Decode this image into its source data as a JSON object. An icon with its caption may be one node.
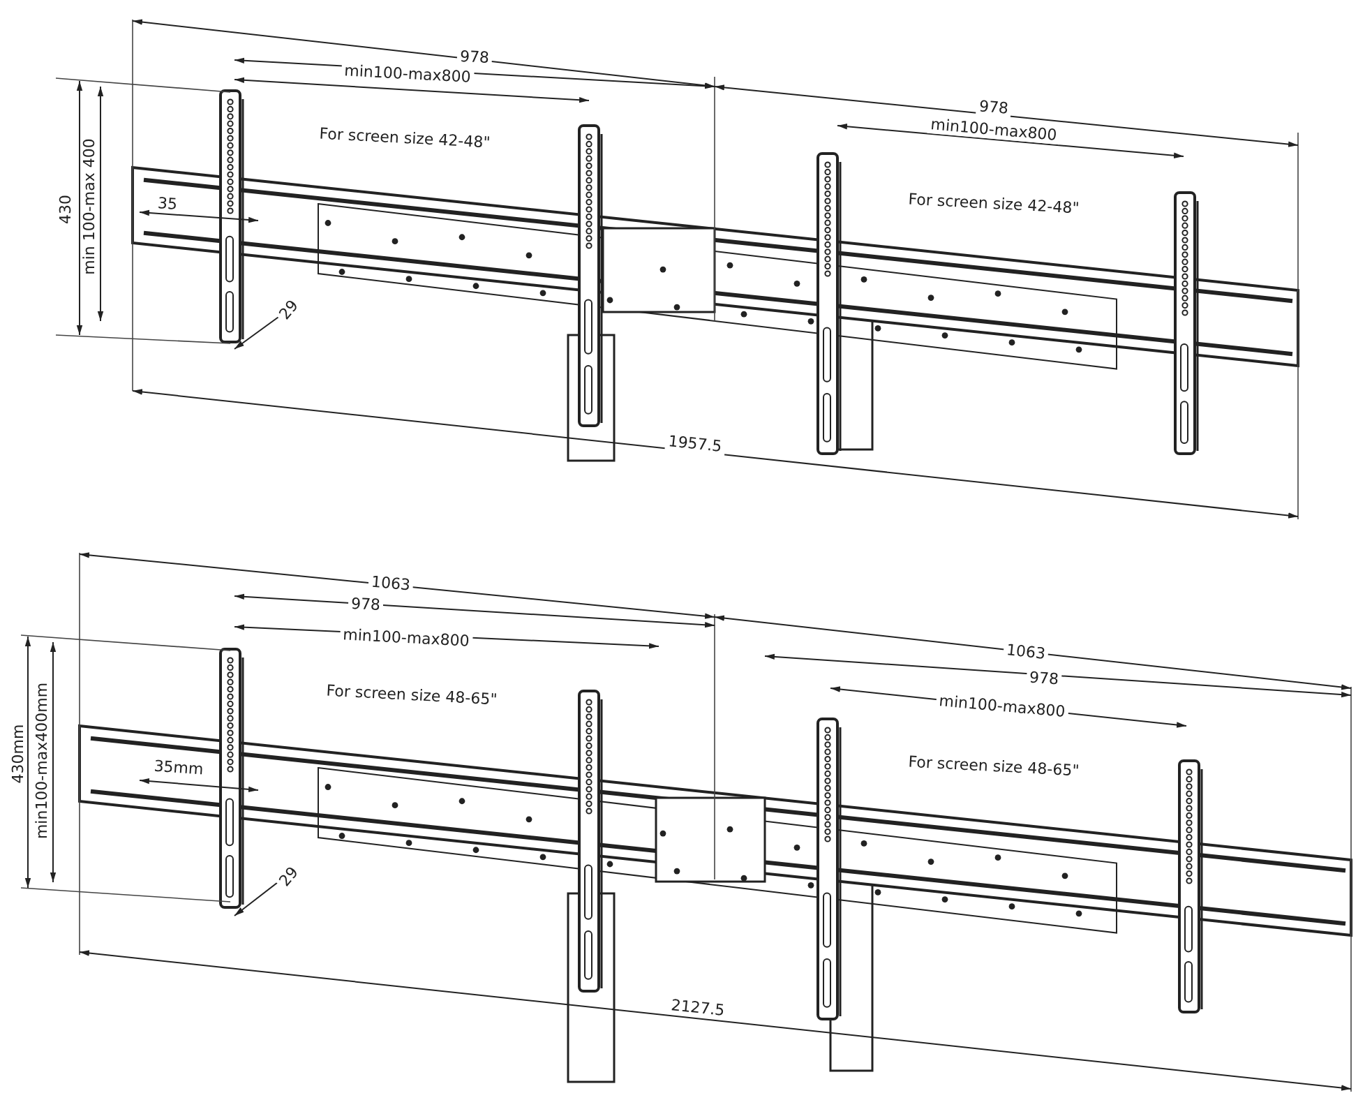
{
  "diagram": {
    "labels": [
      "978",
      "min100-max800",
      "978",
      "min100-max800",
      "430",
      "min 100-max 400",
      "For screen size 42-48\"",
      "For screen size 42-48\"",
      "35",
      "29",
      "1957.5",
      "1063",
      "978",
      "min100-max800",
      "1063",
      "978",
      "min100-max800",
      "430mm",
      "min100-max400mm",
      "For screen size 48-65\"",
      "For screen size 48-65\"",
      "35mm",
      "29",
      "2127.5"
    ]
  }
}
